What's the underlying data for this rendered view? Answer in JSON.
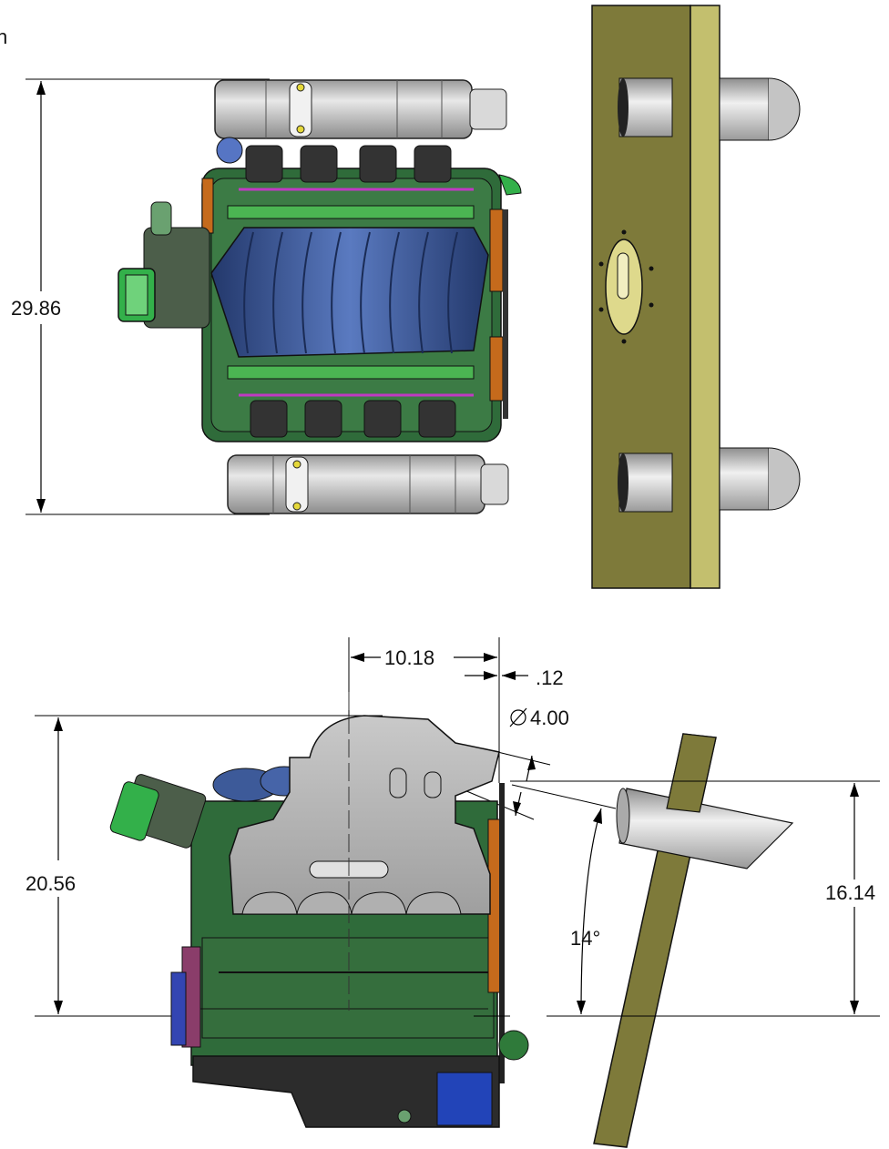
{
  "corner_label": "n",
  "dimensions": {
    "top_view_height": "29.86",
    "side_view_height": "20.56",
    "right_height": "16.14",
    "offset_horizontal": "10.18",
    "gap": ".12",
    "diameter": "4.00",
    "angle": "14°"
  },
  "colors": {
    "plate": "#7e7a3a",
    "plate_edge": "#c3bf6e",
    "engine_green": "#2f6b3a",
    "manifold_blue": "#3d5a99",
    "muffler_gray": "#cfcfcf",
    "bright_green": "#33b04a"
  }
}
